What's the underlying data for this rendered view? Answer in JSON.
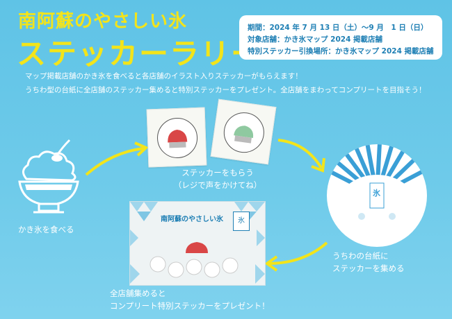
{
  "header": {
    "title_line1": "南阿蘇のやさしい氷",
    "title_line2": "ステッカーラリー"
  },
  "info": {
    "period": "期間：2024 年 7 月 13 日（土）～9 月　1 日（日）",
    "target_shops": "対象店舗：かき氷マップ 2024 掲載店舗",
    "exchange": "特別ステッカー引換場所：かき氷マップ 2024 掲載店舗"
  },
  "description": {
    "line1": "マップ掲載店舗のかき氷を食べると各店舗のイラスト入りステッカーがもらえます！",
    "line2": "うちわ型の台紙に全店舗のステッカー集めると特別ステッカーをプレゼント。全店舗をまわってコンプリートを目指そう！"
  },
  "steps": {
    "eat": "かき氷を食べる",
    "get_line1": "ステッカーをもらう",
    "get_line2": "（レジで声をかけてね）",
    "collect_line1": "うちわの台紙に",
    "collect_line2": "ステッカーを集める",
    "complete_line1": "全店舗集めると",
    "complete_line2": "コンプリート特別ステッカーをプレゼント！"
  },
  "board": {
    "title": "南阿蘇のやさしい氷",
    "badge": "氷"
  },
  "uchiwa": {
    "badge": "氷"
  },
  "colors": {
    "background": "#6fcbea",
    "title_yellow": "#f3e41a",
    "info_text": "#1e7fb4",
    "arrow_yellow": "#f3e41a",
    "stripe_blue": "#3a9fd6"
  }
}
